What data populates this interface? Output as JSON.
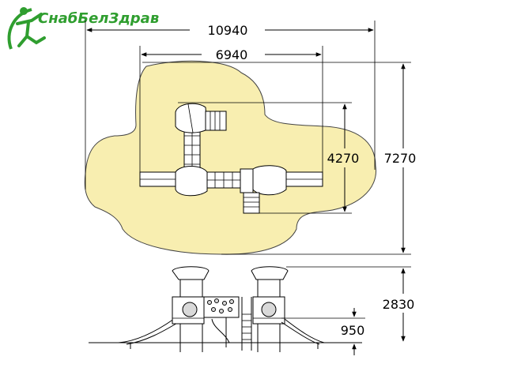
{
  "brand": {
    "name": "СнабБелЗдрав",
    "color": "#2f9e2f",
    "icon": "leaping-figure-logo"
  },
  "colors": {
    "zone_fill": "#f8eeb0",
    "zone_stroke": "#444444",
    "line": "#000000"
  },
  "dimensions": {
    "top_width_total": "10940",
    "top_width_inner": "6940",
    "right_depth_inner": "4270",
    "right_depth_total": "7270",
    "side_height_total": "2830",
    "side_platform_height": "950"
  }
}
